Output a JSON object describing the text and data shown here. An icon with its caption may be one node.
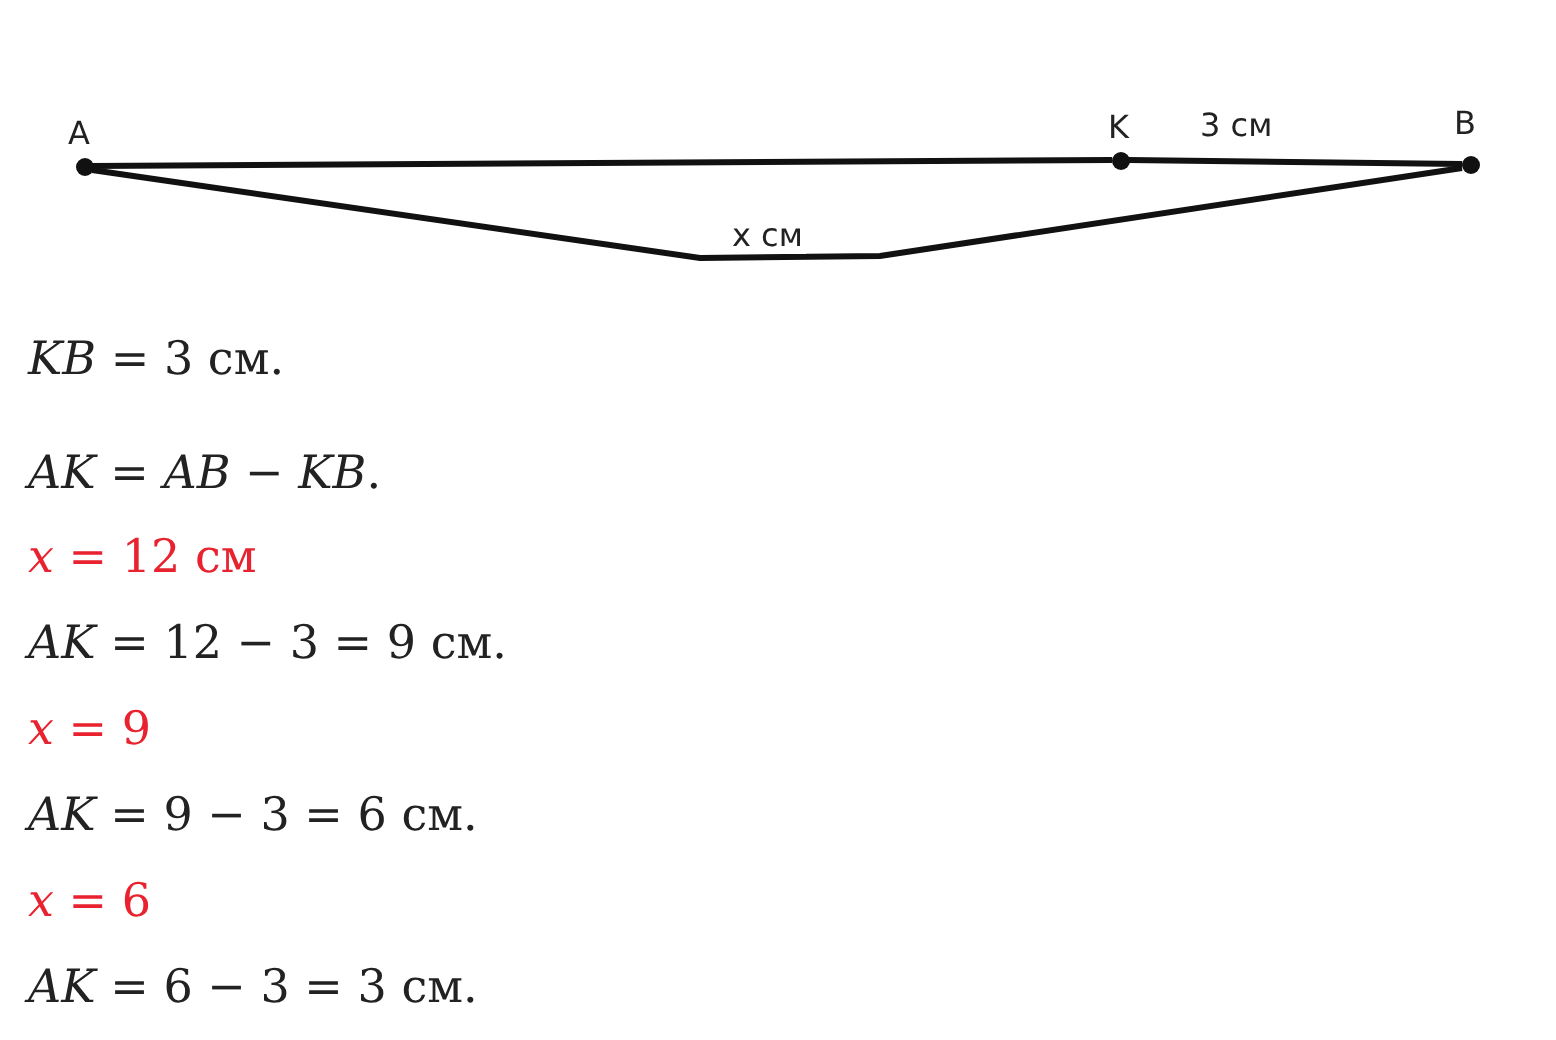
{
  "diagram": {
    "nodes": [
      {
        "text": [
          "A"
        ]
      },
      {
        "text": [
          "K"
        ]
      },
      {
        "text": [
          "B"
        ]
      }
    ],
    "edges": [
      {
        "from": 0,
        "to": 1,
        "arrow": "none"
      },
      {
        "from": 1,
        "to": 2,
        "arrow": "none",
        "label": "3 см"
      },
      {
        "from": 0,
        "to": 2,
        "arrow": "none",
        "label": "x см"
      }
    ],
    "labels": [
      "*KB* = 3 см.",
      "*AK* = *AB* − *KB*.",
      "*x* = 12 см",
      "*AK* = 12 − 3 = 9 см.",
      "*x* = 9",
      "*AK* = 9 − 3 = 6 см.",
      "*x* = 6",
      "*AK* = 6 − 3 = 3 см."
    ]
  }
}
